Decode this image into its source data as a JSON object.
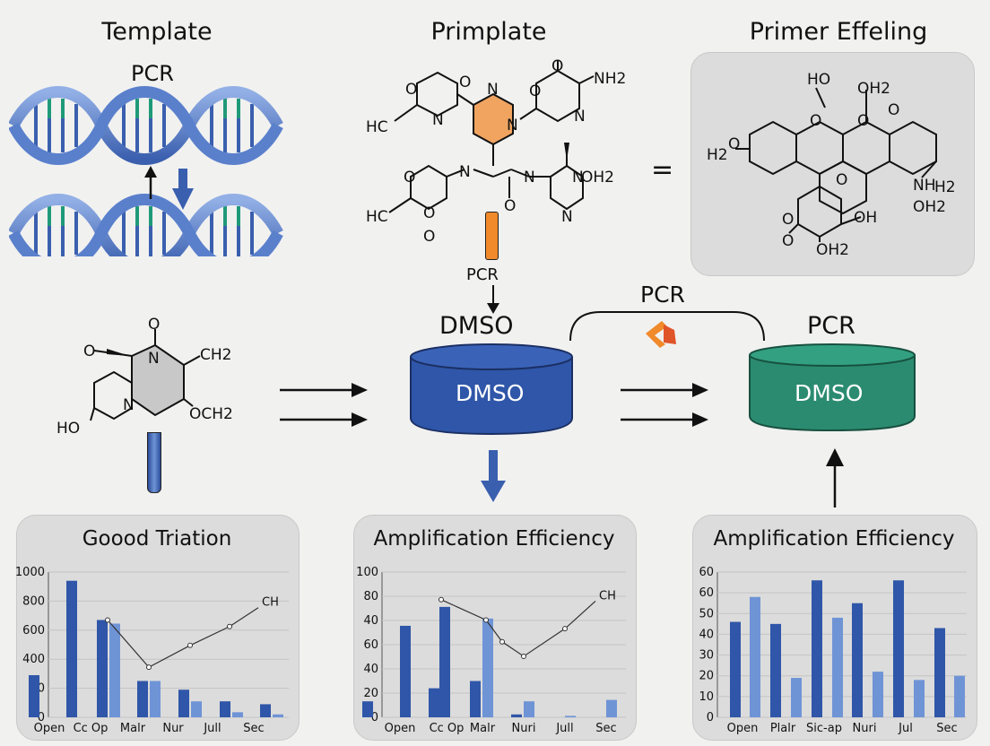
{
  "headings": {
    "template": "Template",
    "template_sub": "PCR",
    "primplate": "Primplate",
    "primer_effeling": "Primer Effeling"
  },
  "labels": {
    "pcr_arrow": "PCR",
    "dmso_above": "DMSO",
    "pcr_bridge": "PCR",
    "pcr_right": "PCR",
    "dmso_blue": "DMSO",
    "dmso_green": "DMSO",
    "equals": "="
  },
  "chem": {
    "top_center": [
      "O",
      "O",
      "O",
      "N",
      "HC",
      "N",
      "N",
      "O",
      "NH2",
      "N",
      "N",
      "N",
      "O",
      "O",
      "HC",
      "O",
      "O",
      "N",
      "OH2",
      "N"
    ],
    "top_right": [
      "HO",
      "OH2",
      "O",
      "O",
      "O",
      "H2",
      "O",
      "O",
      "NH",
      "H2",
      "OH2",
      "O",
      "OH",
      "O",
      "OH2"
    ],
    "left": [
      "O",
      "O",
      "N",
      "CH2",
      "N",
      "OCH2",
      "HO"
    ]
  },
  "colors": {
    "dmso_blue": "#2f56a8",
    "dmso_green": "#2b8b70",
    "bar_dark": "#2f56a8",
    "bar_light": "#6f94d6",
    "pyridine": "#f0a460",
    "orange_stick": "#f08a2a",
    "arrow_blue": "#3a5fae"
  },
  "chart_data": [
    {
      "type": "bar",
      "title": "Goood Triation",
      "categories": [
        "Open",
        "Cc Op",
        "Malr",
        "Nur",
        "Jull",
        "Sec"
      ],
      "yticks": [
        "0",
        "20",
        "400",
        "600",
        "800",
        "1000"
      ],
      "ylim": [
        0,
        1000
      ],
      "series": [
        {
          "values": [
            290,
            940,
            670,
            250,
            190,
            110,
            90
          ]
        },
        {
          "values": [
            null,
            null,
            645,
            250,
            110,
            35,
            20
          ]
        }
      ],
      "line": {
        "label": "CH",
        "values": [
          670,
          345,
          495,
          625,
          755
        ]
      }
    },
    {
      "type": "bar",
      "title": "Amplification Efficiency",
      "categories": [
        "Open",
        "Cc Op",
        "Malr",
        "Nuri",
        "Jull",
        "Sec"
      ],
      "yticks": [
        "0",
        "20",
        "40",
        "60",
        "40",
        "80",
        "100"
      ],
      "ylim": [
        0,
        100
      ],
      "series": [
        {
          "values": [
            11,
            63,
            20,
            76,
            25,
            2,
            null,
            null
          ]
        },
        {
          "values": [
            null,
            null,
            null,
            null,
            68,
            11,
            1,
            12
          ]
        }
      ],
      "line": {
        "label": "CH",
        "values": [
          81,
          67,
          52,
          42,
          61,
          80
        ]
      }
    },
    {
      "type": "bar",
      "title": "Amplification Efficiency",
      "categories": [
        "Open",
        "Plalr",
        "Sic-ap",
        "Nuri",
        "Jul",
        "Sec"
      ],
      "yticks": [
        "0",
        "10",
        "20",
        "30",
        "40",
        "50",
        "60",
        "60"
      ],
      "ylim": [
        0,
        70
      ],
      "series": [
        {
          "values": [
            46,
            45,
            66,
            55,
            66,
            43
          ]
        },
        {
          "values": [
            58,
            19,
            48,
            22,
            18,
            20
          ]
        }
      ]
    }
  ]
}
